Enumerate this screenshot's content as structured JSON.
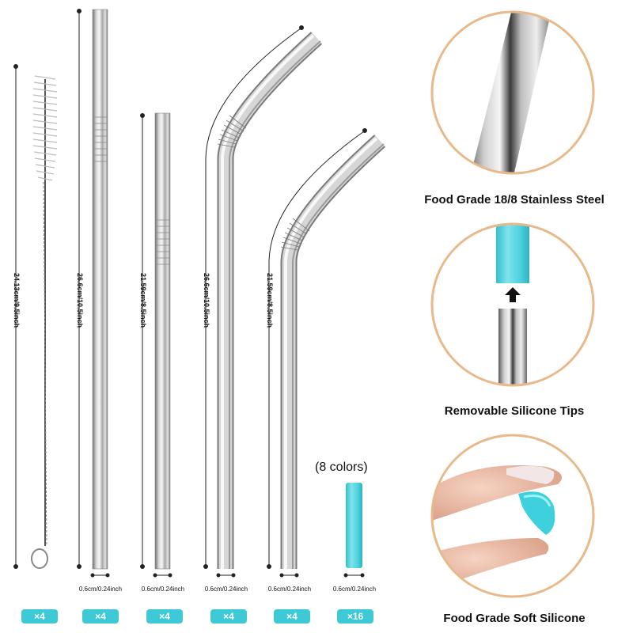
{
  "lengths": {
    "brush": "24.13cm/9.5inch",
    "straight_long": "26.6cm/10.5inch",
    "straight_short": "21.59cm/8.5inch",
    "bent_long": "26.6cm/10.5inch",
    "bent_short": "21.59cm/8.5inch"
  },
  "diameters": {
    "straight_long": "0.6cm/0.24inch",
    "straight_short": "0.6cm/0.24inch",
    "bent_long": "0.6cm/0.24inch",
    "bent_short": "0.6cm/0.24inch",
    "silicone_tip": "0.6cm/0.24inch"
  },
  "quantities": {
    "brush": "×4",
    "straight_long": "×4",
    "straight_short": "×4",
    "bent_long": "×4",
    "bent_short": "×4",
    "silicone_tip": "×16"
  },
  "colors_note": "(8 colors)",
  "features": {
    "steel": "Food Grade 18/8 Stainless Steel",
    "tips": "Removable Silicone Tips",
    "silicone": "Food Grade Soft Silicone"
  },
  "palette": {
    "badge": "#3ec9d6",
    "silicone": "#4fd3df",
    "circle_border": "#e8b98a",
    "steel_light": "#f4f4f4",
    "steel_dark": "#6f6f6f"
  }
}
